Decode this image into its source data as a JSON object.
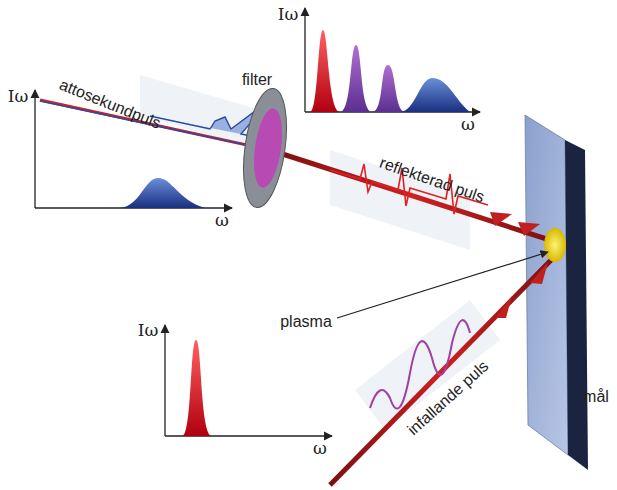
{
  "diagram": {
    "labels": [
      "Iω",
      "ω",
      "filter",
      "attosekundpuls",
      "reflekterad puls",
      "Iω",
      "ω",
      "plasma",
      "mål",
      "Iω",
      "ω",
      "infallande puls"
    ]
  }
}
